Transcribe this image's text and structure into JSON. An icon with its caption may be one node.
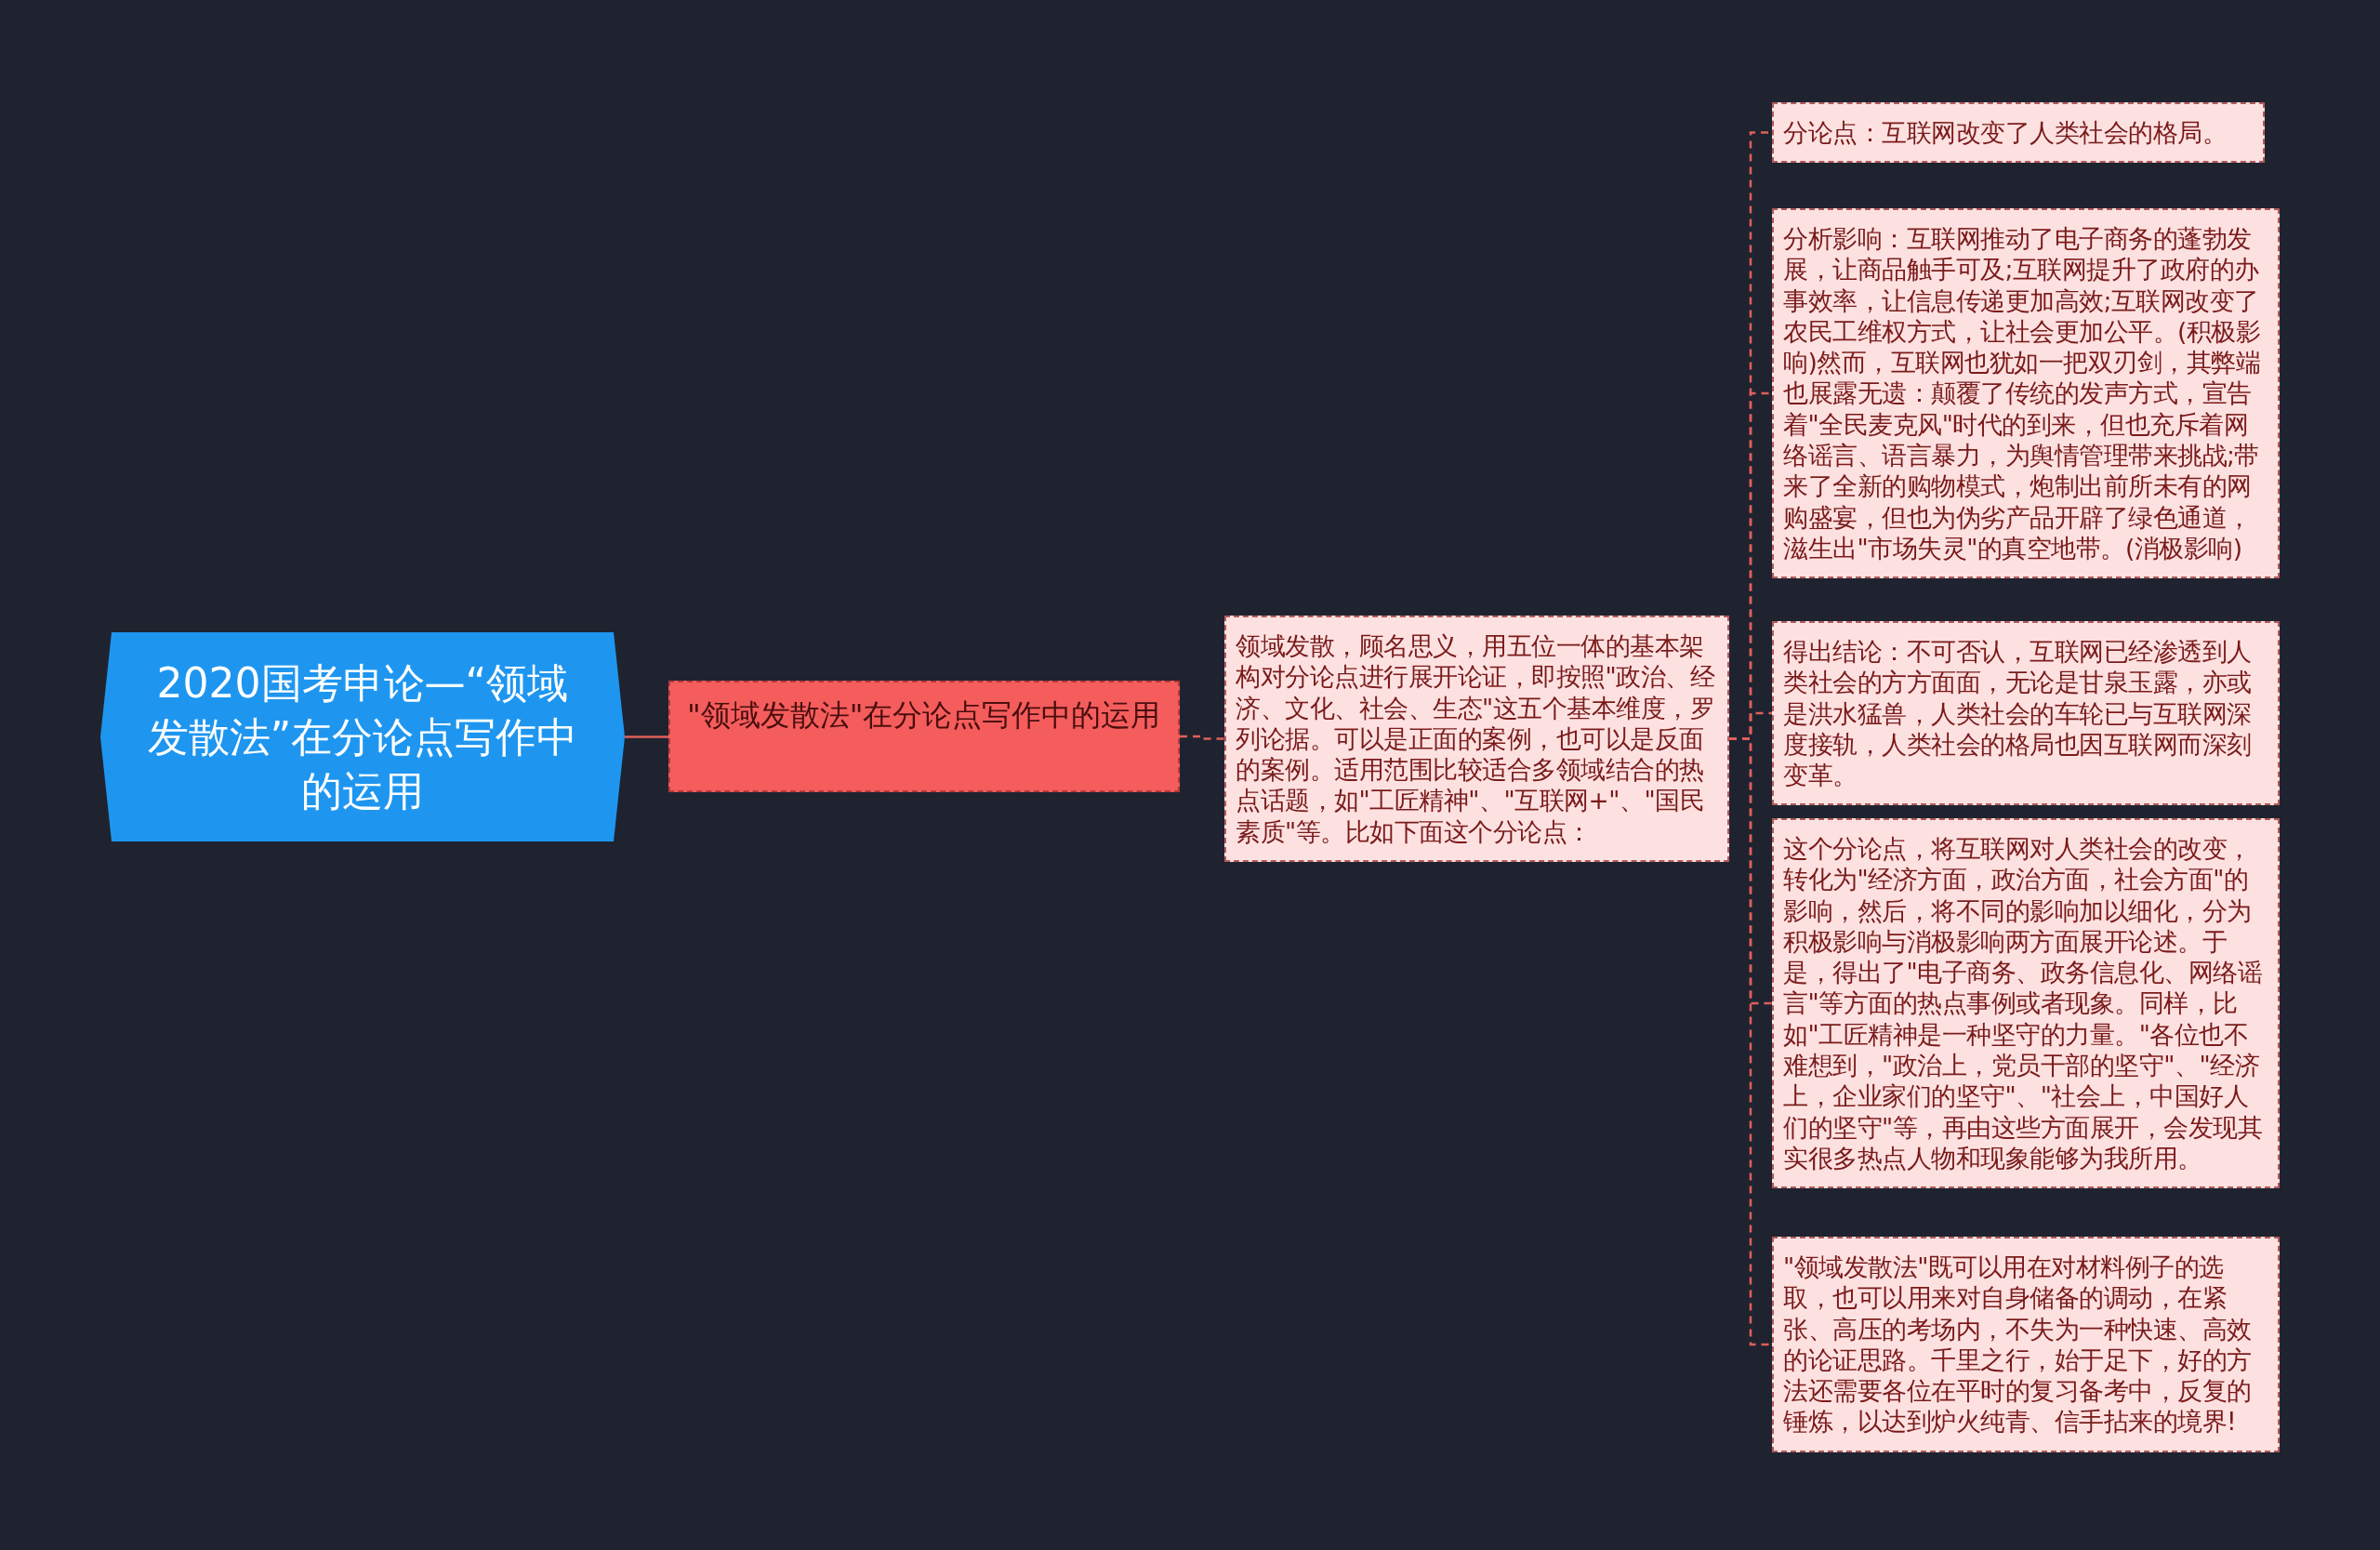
{
  "diagram": {
    "nodes": [
      {
        "text": [
          "2020国考申论—“领域发散法”在分论点写作中的运用"
        ]
      },
      {
        "text": [
          "\"领域发散法\"在分论点写作中的运用"
        ]
      },
      {
        "text": [
          "领域发散，顾名思义，用五位一体的基本架构对分论点进行展开论证，即按照\"政治、经济、文化、社会、生态\"这五个基本维度，罗列论据。可以是正面的案例，也可以是反面的案例。适用范围比较适合多领域结合的热点话题，如\"工匠精神\"、\"互联网+\"、\"国民素质\"等。比如下面这个分论点："
        ]
      },
      {
        "text": [
          "分论点：互联网改变了人类社会的格局。"
        ]
      },
      {
        "text": [
          "分析影响：互联网推动了电子商务的蓬勃发展，让商品触手可及;互联网提升了政府的办事效率，让信息传递更加高效;互联网改变了农民工维权方式，让社会更加公平。(积极影响)然而，互联网也犹如一把双刃剑，其弊端也展露无遗：颠覆了传统的发声方式，宣告着\"全民麦克风\"时代的到来，但也充斥着网络谣言、语言暴力，为舆情管理带来挑战;带来了全新的购物模式，炮制出前所未有的网购盛宴，但也为伪劣产品开辟了绿色通道，滋生出\"市场失灵\"的真空地带。(消极影响)"
        ]
      },
      {
        "text": [
          "得出结论：不可否认，互联网已经渗透到人类社会的方方面面，无论是甘泉玉露，亦或是洪水猛兽，人类社会的车轮已与互联网深度接轨，人类社会的格局也因互联网而深刻变革。"
        ]
      },
      {
        "text": [
          "这个分论点，将互联网对人类社会的改变，转化为\"经济方面，政治方面，社会方面\"的影响，然后，将不同的影响加以细化，分为积极影响与消极影响两方面展开论述。于是，得出了\"电子商务、政务信息化、网络谣言\"等方面的热点事例或者现象。同样，比如\"工匠精神是一种坚守的力量。\"各位也不难想到，\"政治上，党员干部的坚守\"、\"经济上，企业家们的坚守\"、\"社会上，中国好人们的坚守\"等，再由这些方面展开，会发现其实很多热点人物和现象能够为我所用。"
        ]
      },
      {
        "text": [
          "\"领域发散法\"既可以用在对材料例子的选取，也可以用来对自身储备的调动，在紧张、高压的考场内，不失为一种快速、高效的论证思路。千里之行，始于足下，好的方法还需要各位在平时的复习备考中，反复的锤炼，以达到炉火纯青、信手拈来的境界!"
        ]
      }
    ],
    "edges": [
      {
        "from": 0,
        "to": 1,
        "arrow": "none"
      },
      {
        "from": 1,
        "to": 2,
        "arrow": "none",
        "style": "dashed"
      },
      {
        "from": 2,
        "to": 3,
        "arrow": "none",
        "style": "dashed"
      },
      {
        "from": 2,
        "to": 4,
        "arrow": "none",
        "style": "dashed"
      },
      {
        "from": 2,
        "to": 5,
        "arrow": "none",
        "style": "dashed"
      },
      {
        "from": 2,
        "to": 6,
        "arrow": "none",
        "style": "dashed"
      },
      {
        "from": 2,
        "to": 7,
        "arrow": "none",
        "style": "dashed"
      }
    ]
  }
}
